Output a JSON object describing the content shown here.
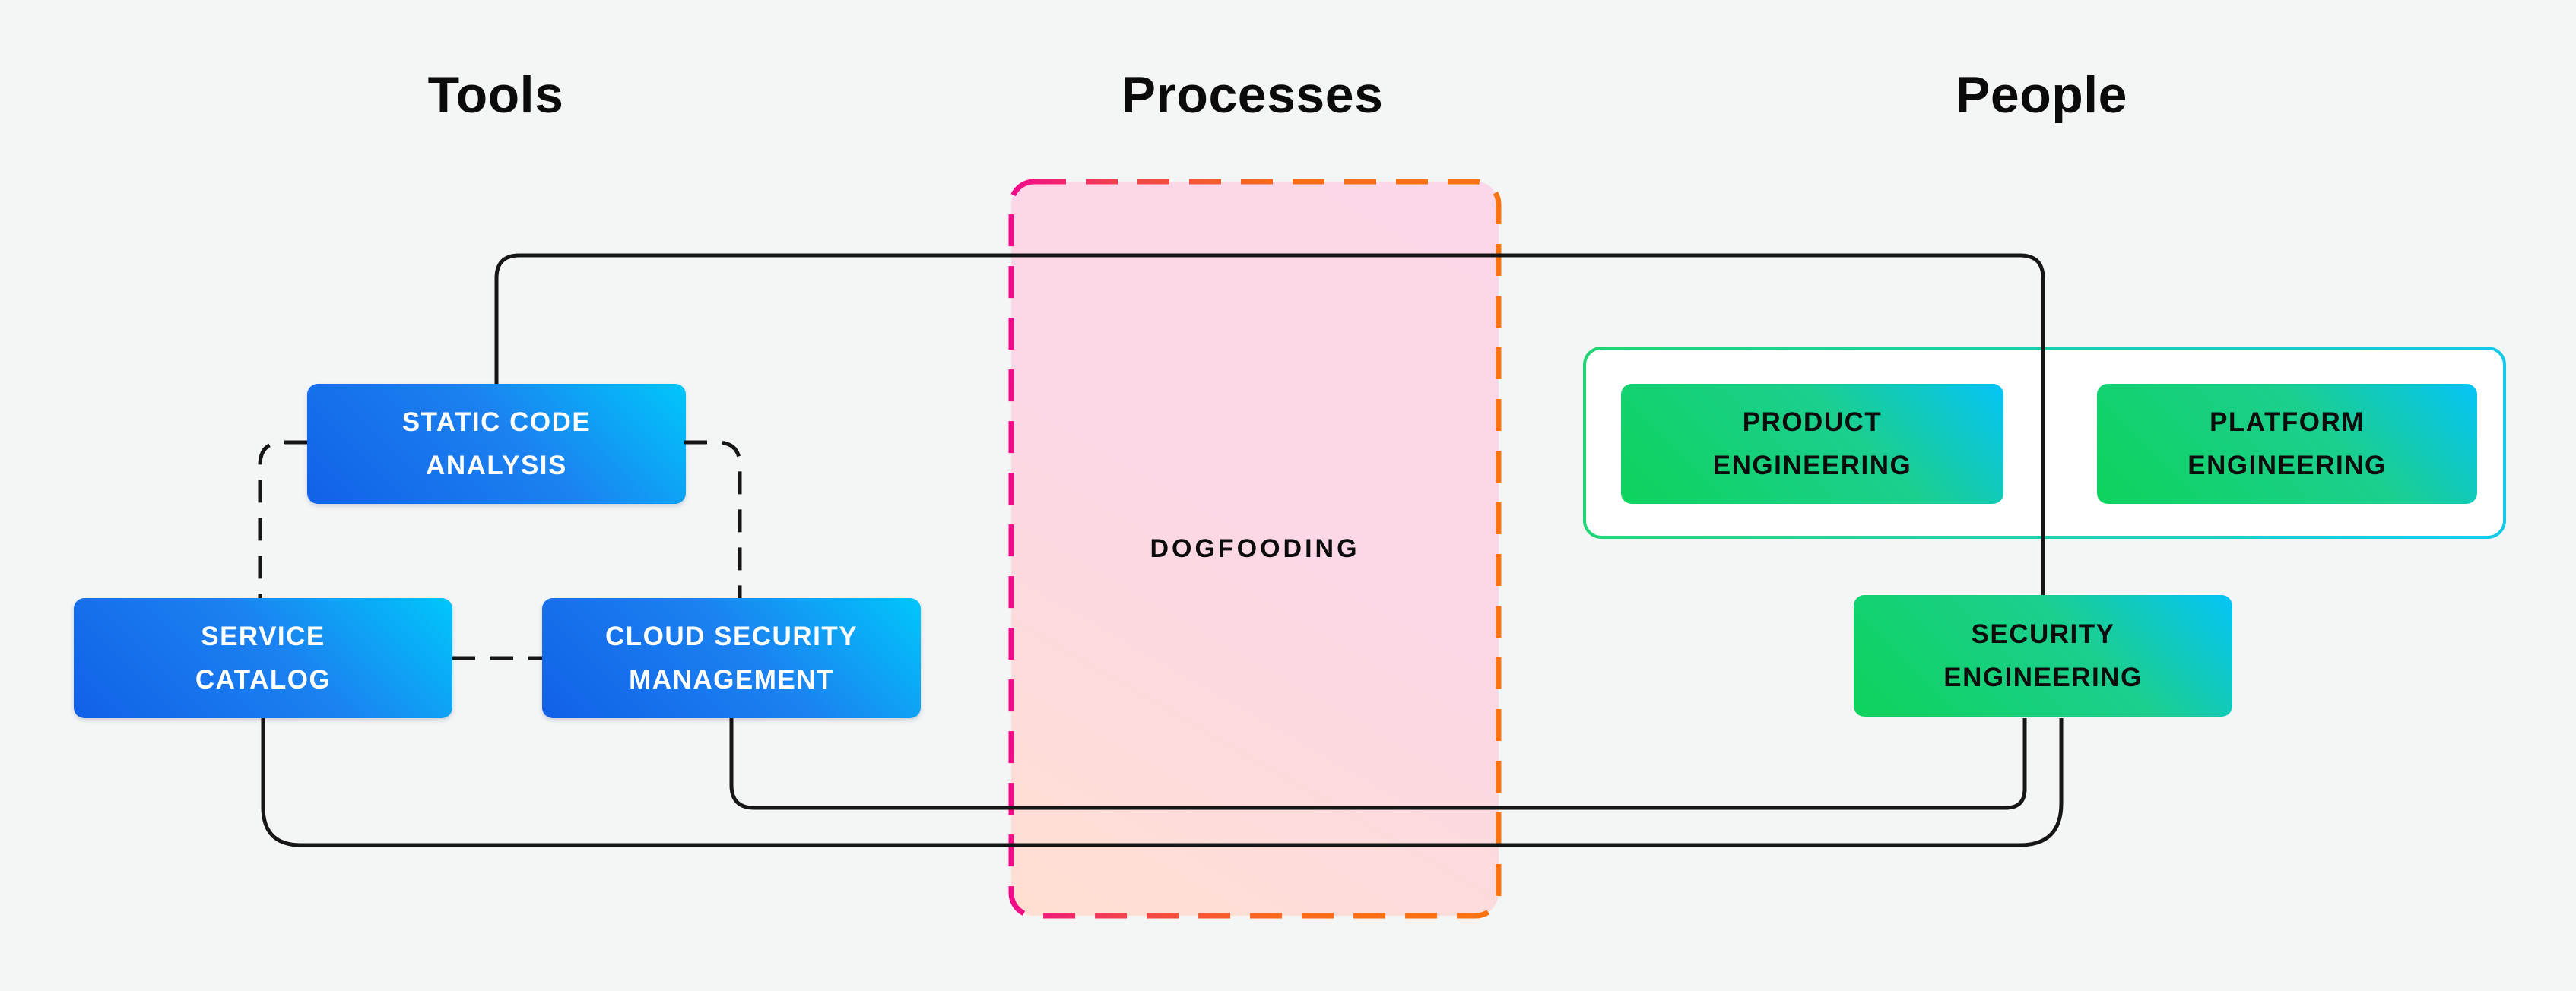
{
  "columns": {
    "tools": "Tools",
    "processes": "Processes",
    "people": "People"
  },
  "nodes": {
    "static_code_analysis": {
      "label": "STATIC CODE\nANALYSIS"
    },
    "service_catalog": {
      "label": "SERVICE\nCATALOG"
    },
    "cloud_security_management": {
      "label": "CLOUD SECURITY\nMANAGEMENT"
    },
    "dogfooding": {
      "label": "DOGFOODING"
    },
    "product_engineering": {
      "label": "PRODUCT\nENGINEERING"
    },
    "platform_engineering": {
      "label": "PLATFORM\nENGINEERING"
    },
    "security_engineering": {
      "label": "SECURITY\nENGINEERING"
    }
  },
  "colors": {
    "background": "#f4f5f5",
    "tool_node_gradient_start": "#1260e8",
    "tool_node_gradient_end": "#00c7fb",
    "people_node_gradient_start": "#0ed35c",
    "people_node_gradient_end": "#04c3f6",
    "people_group_border_start": "#1ed674",
    "people_group_border_end": "#14c9e9",
    "process_zone_fill_start": "#fee0d2",
    "process_zone_fill_end": "#fbd7e9",
    "process_zone_border_start": "#f10b8a",
    "process_zone_border_end": "#fb7410",
    "connector": "#161616",
    "heading_text": "#0b0b0b",
    "tool_node_text": "#ffffff",
    "people_node_text": "#0c0c0c"
  }
}
